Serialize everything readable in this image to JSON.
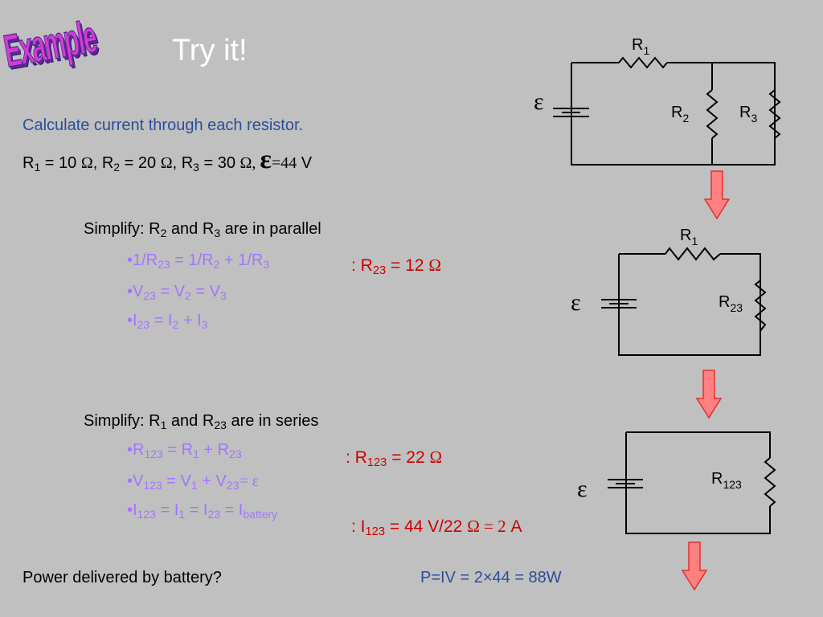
{
  "badge": {
    "text": "Example"
  },
  "title": "Try it!",
  "problem": {
    "intro": "Calculate current through each resistor.",
    "values": {
      "r1": "R",
      "r1_sub": "1",
      "r1_val": " = 10 ",
      "r2": ", R",
      "r2_sub": "2",
      "r2_val": " = 20 ",
      "r3": ", R",
      "r3_sub": "3",
      "r3_val": " = 30 ",
      "ohm": "Ω",
      "emf_sym": "ε",
      "emf_val": "=44",
      "unit": " V"
    }
  },
  "step1": {
    "heading": {
      "a": "Simplify: R",
      "a_sub": "2",
      "b": " and R",
      "b_sub": "3",
      "c": " are in parallel"
    },
    "bullets": [
      {
        "a": "•1/R",
        "a_sub": "23",
        "b": " = 1/R",
        "b_sub": "2",
        "c": " + 1/R",
        "c_sub": "3"
      },
      {
        "a": "•V",
        "a_sub": "23",
        "b": " = V",
        "b_sub": "2",
        "c": " = V",
        "c_sub": "3"
      },
      {
        "a": "•I",
        "a_sub": "23",
        "b": " = I",
        "b_sub": "2",
        "c": " + I",
        "c_sub": "3"
      }
    ],
    "result": {
      "a": ": R",
      "a_sub": "23",
      "b": " = 12 ",
      "ohm": "Ω"
    }
  },
  "step2": {
    "heading": {
      "a": "Simplify: R",
      "a_sub": "1",
      "b": " and R",
      "b_sub": "23",
      "c": " are in series"
    },
    "bullets": [
      {
        "a": "•R",
        "a_sub": "123",
        "b": " = R",
        "b_sub": "1",
        "c": " + R",
        "c_sub": "23",
        "d": ""
      },
      {
        "a": "•V",
        "a_sub": "123",
        "b": " = V",
        "b_sub": "1",
        "c": " + V",
        "c_sub": "23",
        "d": "= ε"
      },
      {
        "a": "•I",
        "a_sub": "123",
        "b": " = I",
        "b_sub": "1",
        "c": " = I",
        "c_sub": "23",
        "d": " = I",
        "d_sub": "battery"
      }
    ],
    "result1": {
      "a": ": R",
      "a_sub": "123",
      "b": " = 22 ",
      "ohm": "Ω"
    },
    "result2": {
      "a": ": I",
      "a_sub": "123",
      "b": " = 44 V/22 ",
      "ohm": "Ω",
      "eq": " = 2",
      "unit": " A"
    }
  },
  "power": {
    "question": "Power delivered by battery?",
    "answer": "P=IV = 2×44 = 88W"
  },
  "circuits": {
    "c1": {
      "emf": "ε",
      "r1": "R",
      "r1_sub": "1",
      "r2": "R",
      "r2_sub": "2",
      "r3": "R",
      "r3_sub": "3"
    },
    "c2": {
      "emf": "ε",
      "r1": "R",
      "r1_sub": "1",
      "r23": "R",
      "r23_sub": "23"
    },
    "c3": {
      "emf": "ε",
      "r123": "R",
      "r123_sub": "123"
    }
  },
  "colors": {
    "background": "#c0c0c0",
    "title": "#ffffff",
    "intro": "#2a4f9a",
    "bullets": "#a374ff",
    "results": "#cc0000",
    "arrow_fill": "#ff8080",
    "arrow_stroke": "#e03030"
  }
}
